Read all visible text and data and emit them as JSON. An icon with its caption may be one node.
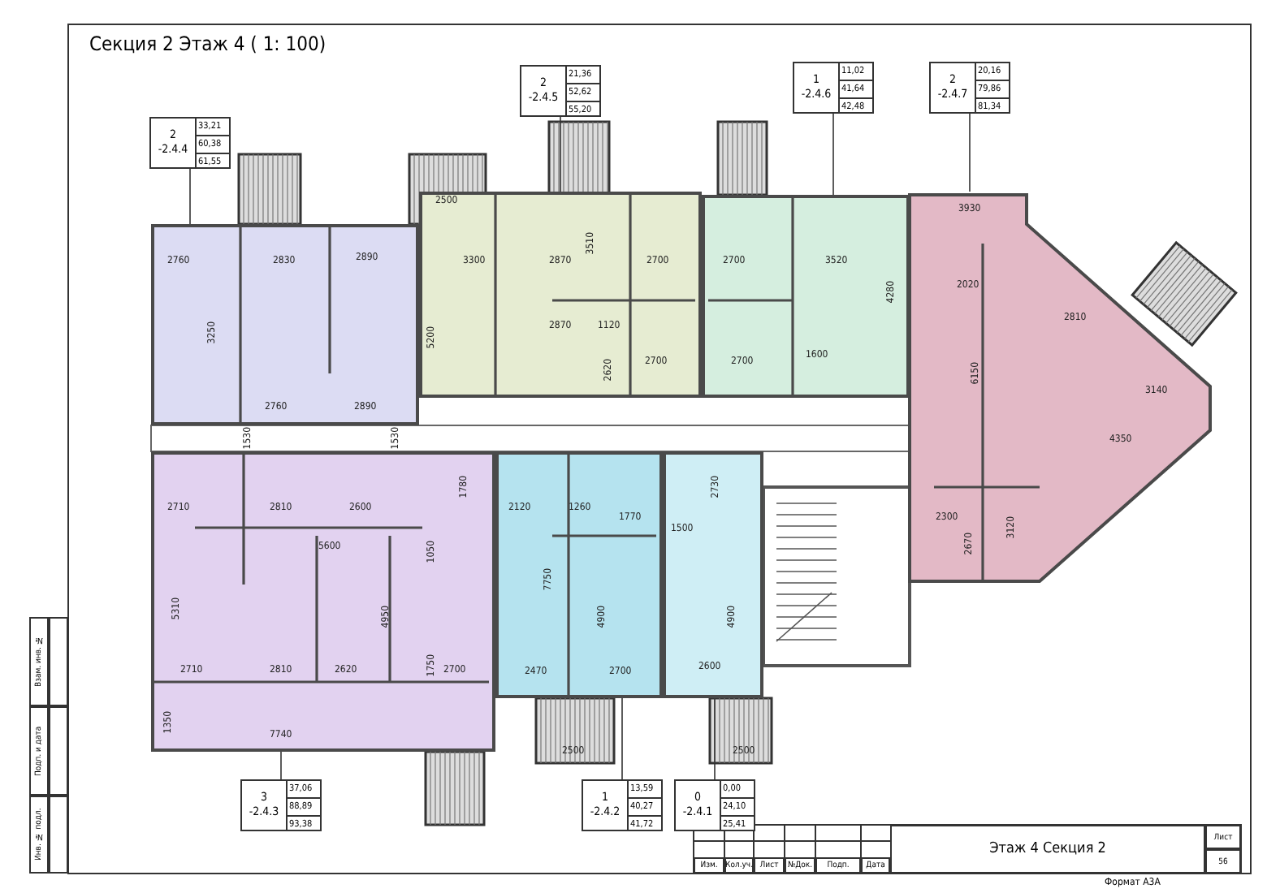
{
  "diagram": {
    "title": "Секция 2 Этаж 4 ( 1: 100)",
    "nodes": [
      {
        "text": [
          "2",
          "-2.4.4",
          "33,21",
          "60,38",
          "61,55"
        ]
      },
      {
        "text": [
          "2",
          "-2.4.5",
          "21,36",
          "52,62",
          "55,20"
        ]
      },
      {
        "text": [
          "1",
          "-2.4.6",
          "11,02",
          "41,64",
          "42,48"
        ]
      },
      {
        "text": [
          "2",
          "-2.4.7",
          "20,16",
          "79,86",
          "81,34"
        ]
      },
      {
        "text": [
          "3",
          "-2.4.3",
          "37,06",
          "88,89",
          "93,38"
        ]
      },
      {
        "text": [
          "1",
          "-2.4.2",
          "13,59",
          "40,27",
          "41,72"
        ]
      },
      {
        "text": [
          "0",
          "-2.4.1",
          "0,00",
          "24,10",
          "25,41"
        ]
      },
      {
        "text": [],
        "shape": "box"
      },
      {
        "text": [],
        "shape": "box"
      },
      {
        "text": [],
        "shape": "box"
      },
      {
        "text": [],
        "shape": "box"
      },
      {
        "text": [],
        "shape": "box"
      },
      {
        "text": [],
        "shape": "box"
      },
      {
        "text": [],
        "shape": "box"
      }
    ],
    "edges": [
      {
        "from": 0,
        "to": 7,
        "arrow": "none"
      },
      {
        "from": 1,
        "to": 8,
        "arrow": "none"
      },
      {
        "from": 2,
        "to": 9,
        "arrow": "none"
      },
      {
        "from": 3,
        "to": 10,
        "arrow": "none"
      },
      {
        "from": 4,
        "to": 11,
        "arrow": "none"
      },
      {
        "from": 5,
        "to": 12,
        "arrow": "none"
      },
      {
        "from": 6,
        "to": 13,
        "arrow": "none"
      }
    ],
    "labels": [
      "2760",
      "2830",
      "2890",
      "3250",
      "2760",
      "2890",
      "1530",
      "1530",
      "3300",
      "5200",
      "2870",
      "3510",
      "2870",
      "1120",
      "2620",
      "2700",
      "2700",
      "2700",
      "2700",
      "3520",
      "4280",
      "1600",
      "3930",
      "2020",
      "6150",
      "2810",
      "4350",
      "3140",
      "2300",
      "2670",
      "3120",
      "2710",
      "2810",
      "2600",
      "5600",
      "1780",
      "1050",
      "5310",
      "4950",
      "1750",
      "2710",
      "2810",
      "2620",
      "2700",
      "7740",
      "1350",
      "2120",
      "1260",
      "1770",
      "7750",
      "4900",
      "2470",
      "2700",
      "2500",
      "2730",
      "1500",
      "4900",
      "2600",
      "2500",
      "2500",
      "Взам. инв. №",
      "Подп. и дата",
      "Инв. № подл.",
      "Изм.",
      "Кол.уч.",
      "Лист",
      "№Док.",
      "Подп.",
      "Дата",
      "Этаж 4 Секция 2",
      "Лист",
      "56",
      "Формат А3А"
    ]
  }
}
